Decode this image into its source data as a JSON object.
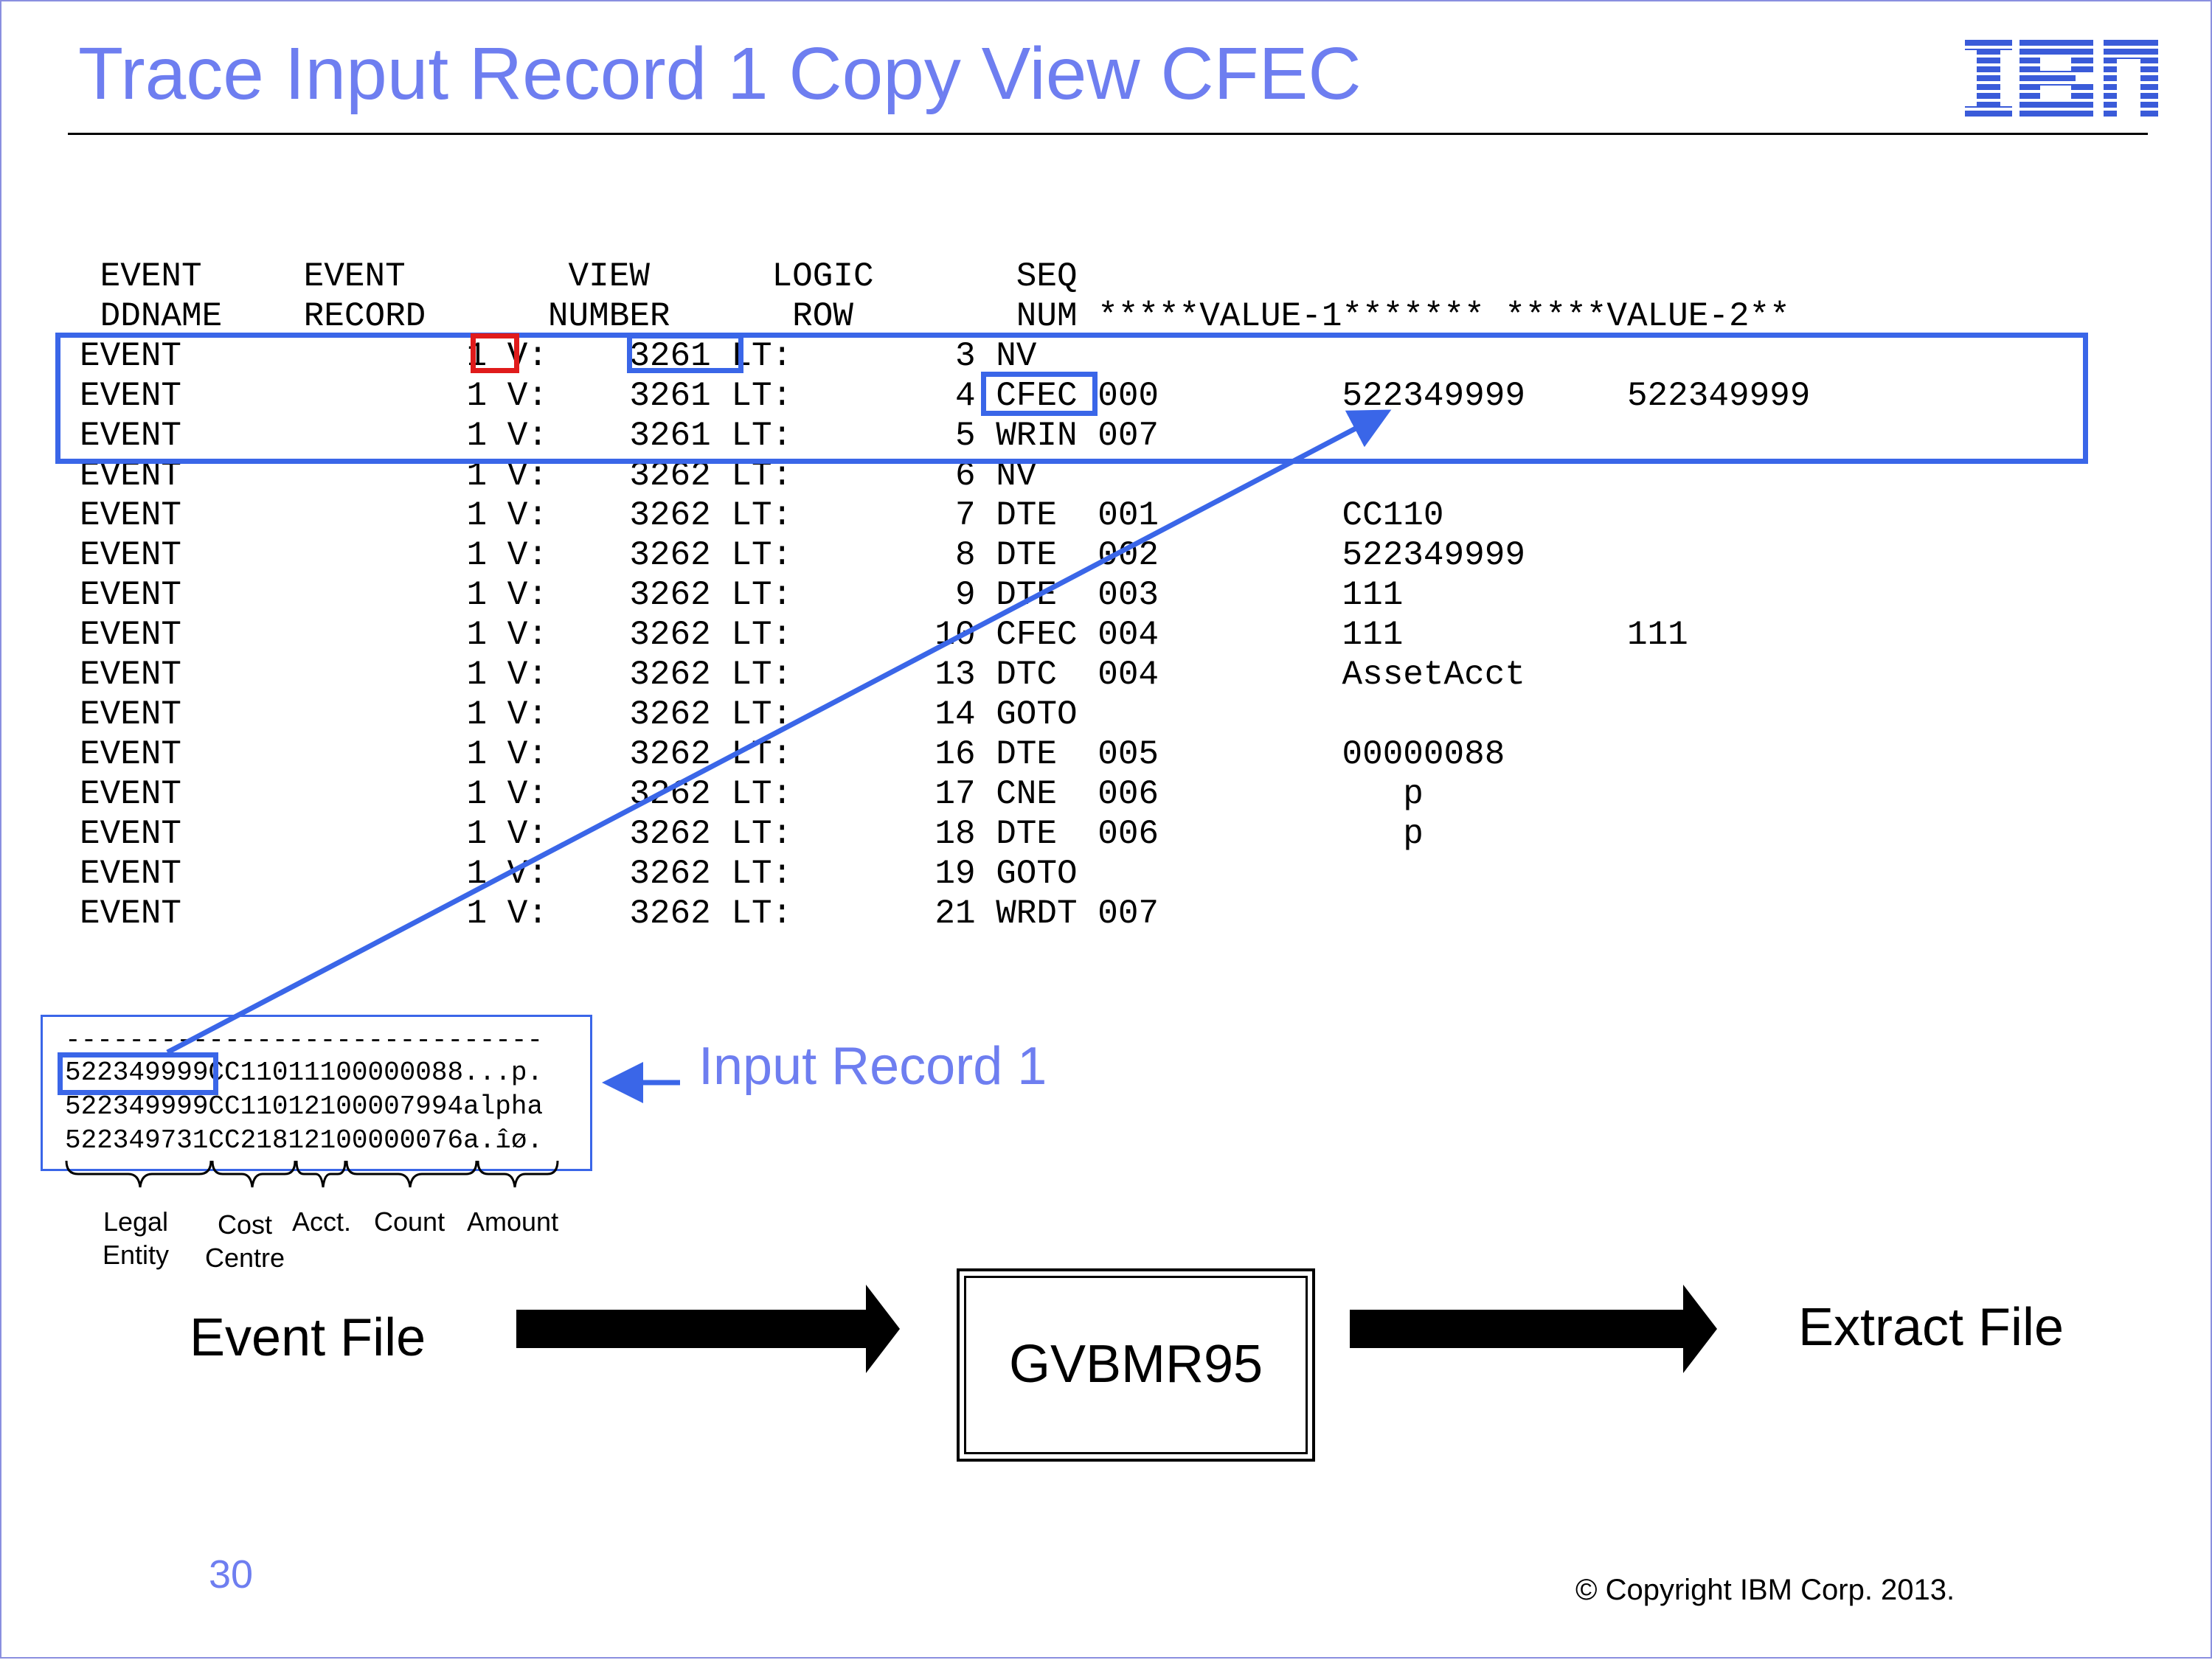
{
  "slide": {
    "title": "Trace Input Record 1 Copy View CFEC",
    "logo_text": "IBM",
    "page_number": "30",
    "copyright": "© Copyright IBM Corp. 2013."
  },
  "trace": {
    "header_line_1": " EVENT     EVENT        VIEW      LOGIC       SEQ",
    "header_line_2": " DDNAME    RECORD      NUMBER      ROW        NUM *****VALUE-1******* *****VALUE-2**",
    "rows": [
      "EVENT              1 V:    3261 LT:        3 NV",
      "EVENT              1 V:    3261 LT:        4 CFEC 000         522349999     522349999",
      "EVENT              1 V:    3261 LT:        5 WRIN 007",
      "EVENT              1 V:    3262 LT:        6 NV",
      "EVENT              1 V:    3262 LT:        7 DTE  001         CC110",
      "EVENT              1 V:    3262 LT:        8 DTE  002         522349999",
      "EVENT              1 V:    3262 LT:        9 DTE  003         111",
      "EVENT              1 V:    3262 LT:       10 CFEC 004         111           111",
      "EVENT              1 V:    3262 LT:       13 DTC  004         AssetAcct",
      "EVENT              1 V:    3262 LT:       14 GOTO",
      "EVENT              1 V:    3262 LT:       16 DTE  005         00000088",
      "EVENT              1 V:    3262 LT:       17 CNE  006            p",
      "EVENT              1 V:    3262 LT:       18 DTE  006            p",
      "EVENT              1 V:    3262 LT:       19 GOTO",
      "EVENT              1 V:    3262 LT:       21 WRDT 007"
    ]
  },
  "input_record": {
    "separator": "------------------------------",
    "lines": [
      "522349999CC11011100000088...p.",
      "522349999CC11012100007994alpha",
      "522349731CC21812100000076a.îø."
    ],
    "label": "Input Record 1",
    "fields": {
      "legal_entity_1": "Legal",
      "legal_entity_2": "Entity",
      "cost_centre_1": "Cost",
      "cost_centre_2": "Centre",
      "acct": "Acct.",
      "count": "Count",
      "amount": "Amount"
    }
  },
  "flow": {
    "input_label": "Event File",
    "program_label": "GVBMR95",
    "output_label": "Extract File"
  },
  "colors": {
    "title": "#6e7ef0",
    "highlight_blue": "#3a66e8",
    "highlight_red": "#e01b1b",
    "frame": "#8a8fe0"
  },
  "icons": {
    "flow_arrow": "right-arrow-icon",
    "pointer_arrow": "left-arrow-icon"
  }
}
